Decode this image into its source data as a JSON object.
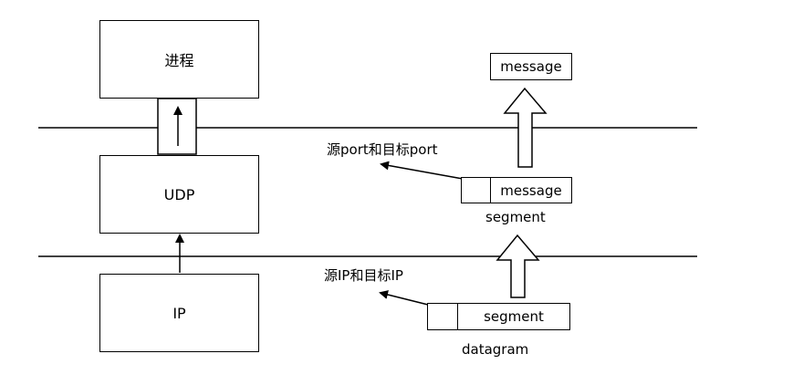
{
  "layers": {
    "process": "进程",
    "udp": "UDP",
    "ip": "IP"
  },
  "packets": {
    "top_message": "message",
    "segment_payload": "message",
    "segment_label": "segment",
    "datagram_payload": "segment",
    "datagram_label": "datagram"
  },
  "annotations": {
    "port_note": "源port和目标port",
    "ip_note": "源IP和目标IP"
  }
}
